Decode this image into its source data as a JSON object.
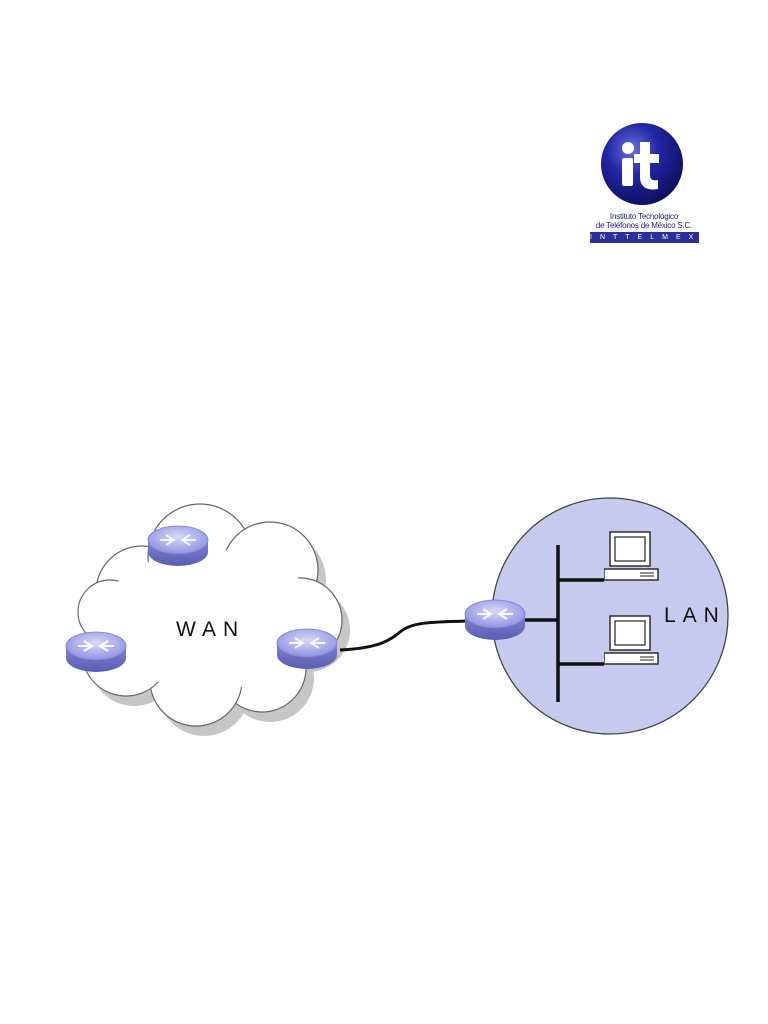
{
  "logo": {
    "mark": "it",
    "line1": "Instituto Tecnológico",
    "line2": "de Teléfonos de México S.C.",
    "bar": "INTTELMEX",
    "colors": {
      "sphere": "#1a1e8c",
      "bar": "#2a2f9a"
    }
  },
  "diagram": {
    "wan_label": "WAN",
    "lan_label": "LAN",
    "colors": {
      "lan_circle": "#c7c9ef",
      "router": "#9a9de6",
      "cloud_shadow": "#c8c8c8"
    }
  }
}
